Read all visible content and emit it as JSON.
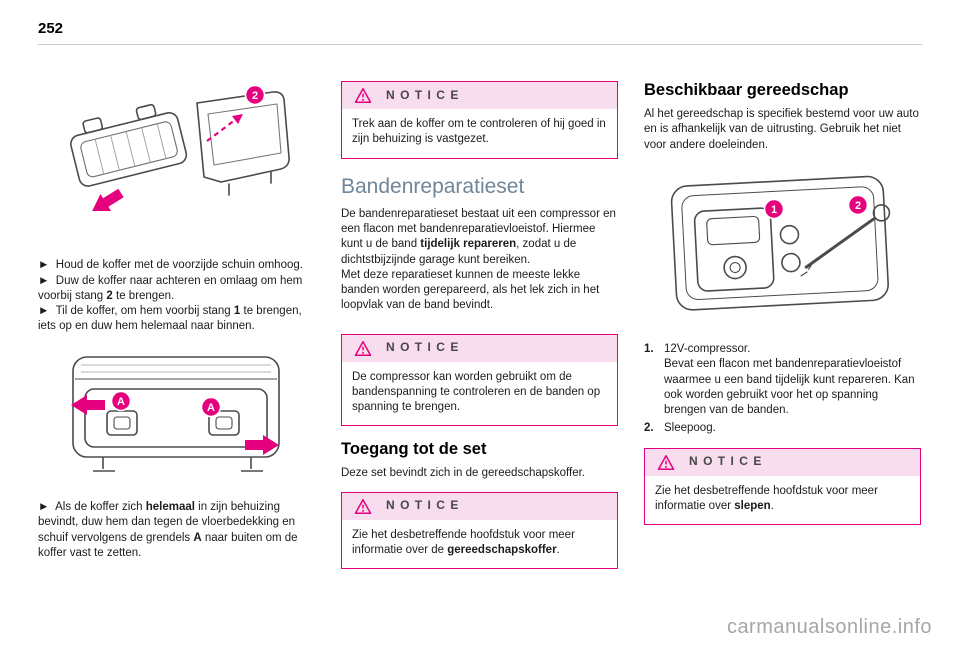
{
  "page": {
    "number": "252"
  },
  "watermark": "carmanualsonline.info",
  "notice_label": "NOTICE",
  "colors": {
    "accent": "#e5007d",
    "notice_header_bg": "#f8ddef",
    "heading_accent": "#708699"
  },
  "col1": {
    "fig1_badge": "2",
    "fig2_badge_a1": "A",
    "fig2_badge_a2": "A",
    "para1_html": "►&nbsp; Houd de koffer met de voorzijde schuin omhoog.<br>►&nbsp; Duw de koffer naar achteren en omlaag om hem voorbij stang <b>2</b> te brengen.<br>►&nbsp; Til de koffer, om hem voorbij stang <b>1</b> te brengen, iets op en duw hem helemaal naar binnen.",
    "para2_html": "►&nbsp; Als de koffer zich <b>helemaal</b> in zijn behuizing bevindt, duw hem dan tegen de vloerbedekking en schuif vervolgens de grendels <b>A</b> naar buiten om de koffer vast te zetten."
  },
  "col2": {
    "notice1": "Trek aan de koffer om te controleren of hij goed in zijn behuizing is vastgezet.",
    "heading1": "Bandenreparatieset",
    "para1_html": "De bandenreparatieset bestaat uit een compressor en een flacon met bandenreparatievloeistof. Hiermee kunt u de band <b>tijdelijk repareren</b>, zodat u de dichtstbijzijnde garage kunt bereiken.<br>Met deze reparatieset kunnen de meeste lekke banden worden gerepareerd, als het lek zich in het loopvlak van de band bevindt.",
    "notice2": "De compressor kan worden gebruikt om de bandenspanning te controleren en de banden op spanning te brengen.",
    "heading2": "Toegang tot de set",
    "para2": "Deze set bevindt zich in de gereedschapskoffer.",
    "notice3_html": "Zie het desbetreffende hoofdstuk voor meer informatie over de <b>gereedschapskoffer</b>."
  },
  "col3": {
    "heading": "Beschikbaar gereedschap",
    "para1": "Al het gereedschap is specifiek bestemd voor uw auto en is afhankelijk van de uitrusting. Gebruik het niet voor andere doeleinden.",
    "fig_badge1": "1",
    "fig_badge2": "2",
    "items": [
      {
        "num": "1.",
        "html": "12V-compressor.<br>Bevat een flacon met bandenreparatievloeistof waarmee u een band tijdelijk kunt repareren. Kan ook worden gebruikt voor het op spanning brengen van de banden."
      },
      {
        "num": "2.",
        "html": "Sleepoog."
      }
    ],
    "notice_html": "Zie het desbetreffende hoofdstuk voor meer informatie over <b>slepen</b>."
  }
}
